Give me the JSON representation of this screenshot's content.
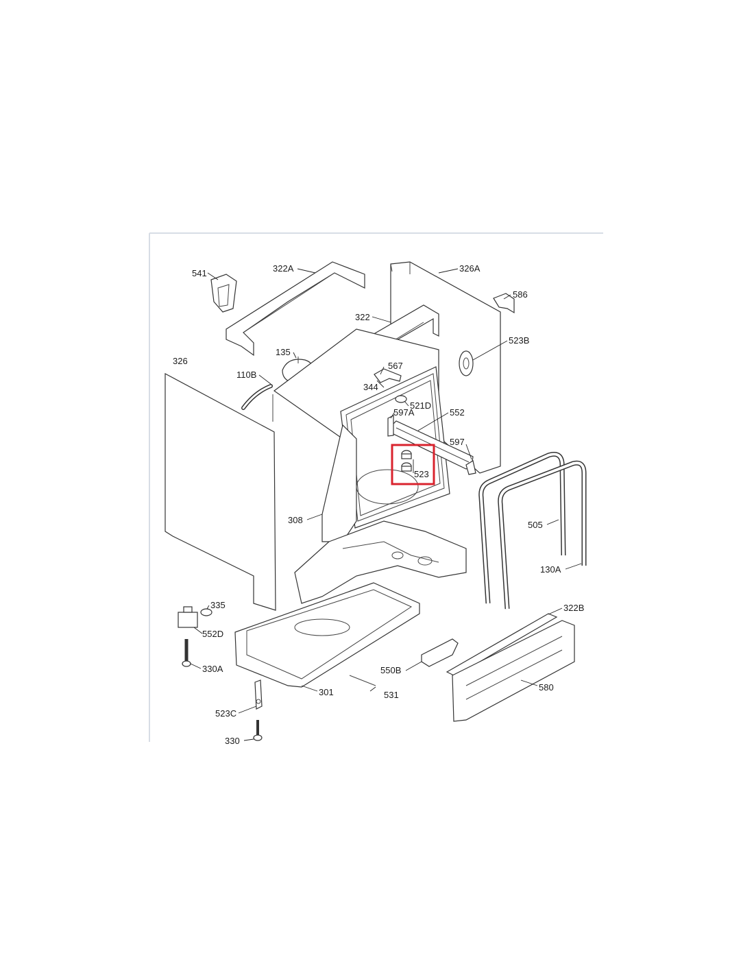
{
  "colors": {
    "background": "#ffffff",
    "frame": "#d7dde5",
    "line": "#333333",
    "highlight": "#d9232e"
  },
  "labels": {
    "p541": "541",
    "p322a": "322A",
    "p326a": "326A",
    "p586": "586",
    "p322": "322",
    "p135": "135",
    "p523b": "523B",
    "p567": "567",
    "p326": "326",
    "p110b": "110B",
    "p344": "344",
    "p521d": "521D",
    "p597a": "597A",
    "p552": "552",
    "p597": "597",
    "p523": "523",
    "p308": "308",
    "p505": "505",
    "p130a": "130A",
    "p335": "335",
    "p322b": "322B",
    "p552d": "552D",
    "p330a": "330A",
    "p550b": "550B",
    "p580": "580",
    "p301": "301",
    "p531": "531",
    "p523c": "523C",
    "p330": "330"
  },
  "highlight": {
    "part": "523"
  }
}
